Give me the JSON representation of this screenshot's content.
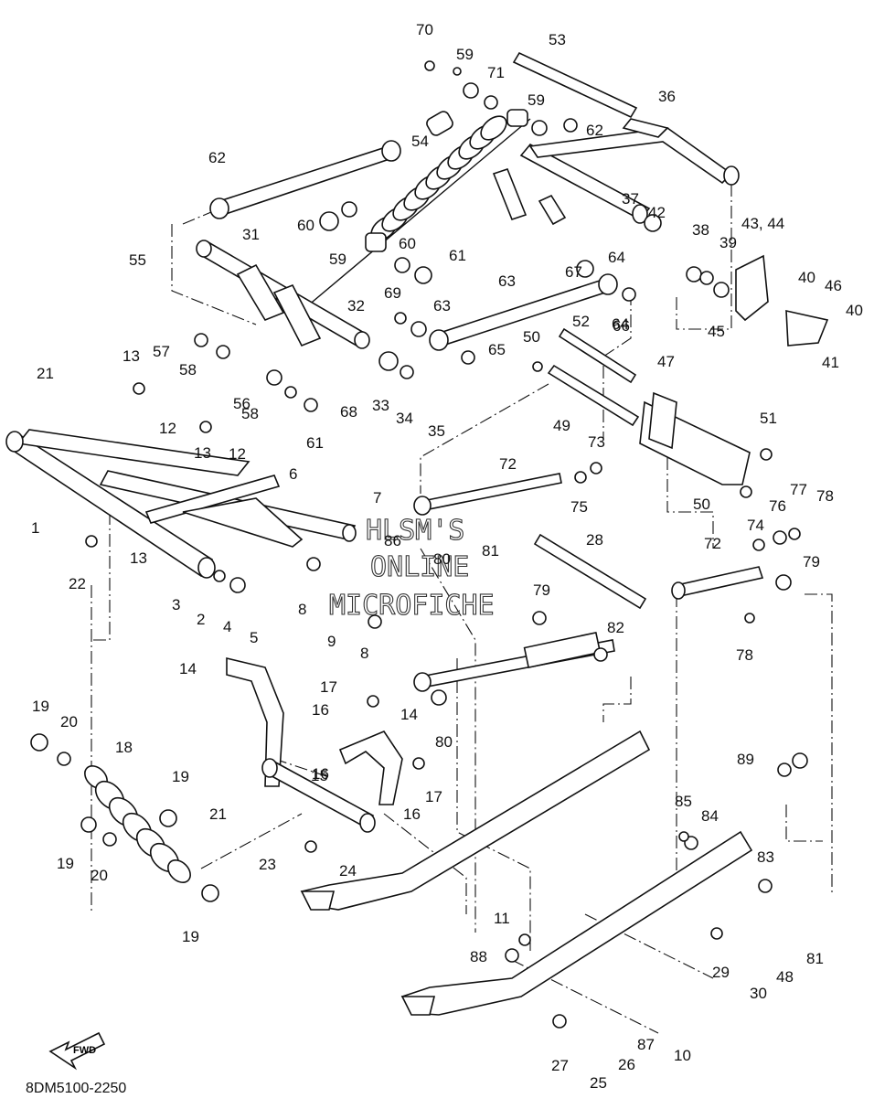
{
  "diagram": {
    "catalog_number": "8DM5100-2250",
    "watermark": [
      "HLSM'S",
      "ONLINE",
      "MICROFICHE"
    ],
    "fwd_label": "FWD",
    "callouts": [
      "1",
      "2",
      "3",
      "4",
      "5",
      "6",
      "7",
      "8",
      "8",
      "9",
      "10",
      "11",
      "12",
      "12",
      "13",
      "13",
      "13",
      "14",
      "14",
      "15",
      "16",
      "16",
      "16",
      "17",
      "17",
      "18",
      "19",
      "19",
      "19",
      "19",
      "20",
      "20",
      "21",
      "21",
      "22",
      "23",
      "24",
      "25",
      "26",
      "27",
      "28",
      "29",
      "30",
      "31",
      "32",
      "33",
      "34",
      "35",
      "36",
      "37",
      "38",
      "39",
      "40",
      "40",
      "41",
      "42",
      "43, 44",
      "45",
      "46",
      "47",
      "48",
      "49",
      "50",
      "50",
      "51",
      "52",
      "53",
      "54",
      "55",
      "56",
      "57",
      "58",
      "58",
      "59",
      "59",
      "59",
      "60",
      "60",
      "61",
      "61",
      "62",
      "62",
      "63",
      "63",
      "64",
      "64",
      "65",
      "66",
      "67",
      "68",
      "69",
      "70",
      "71",
      "72",
      "72",
      "73",
      "74",
      "75",
      "76",
      "77",
      "78",
      "78",
      "79",
      "79",
      "80",
      "80",
      "81",
      "81",
      "82",
      "83",
      "84",
      "85",
      "86",
      "87",
      "88",
      "89"
    ]
  }
}
